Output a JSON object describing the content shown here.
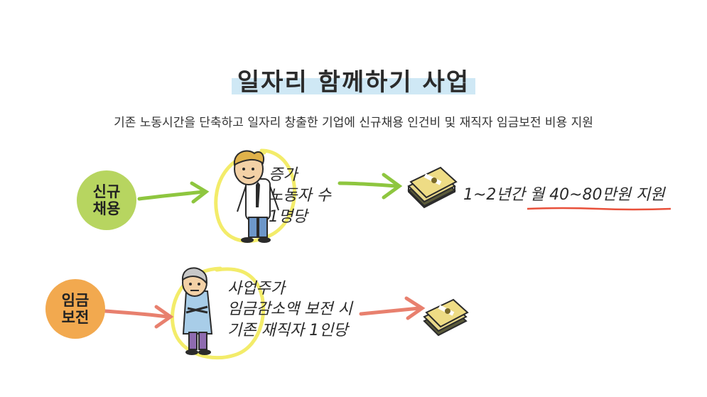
{
  "title": "일자리 함께하기 사업",
  "subtitle": "기존 노동시간을 단축하고 일자리 창출한 기업에 신규채용 인건비 및 재직자 임금보전 비용 지원",
  "rows": [
    {
      "badge_line1": "신규",
      "badge_line2": "채용",
      "note_lines": [
        "증가",
        "노동자 수",
        "1명당"
      ],
      "support_text": "1~2년간 월 40~80만원 지원"
    },
    {
      "badge_line1": "임금",
      "badge_line2": "보전",
      "note_lines": [
        "사업주가",
        "임금감소액 보전 시",
        "기존 재직자 1인당"
      ]
    }
  ],
  "colors": {
    "badge_green": "#b7d560",
    "badge_orange": "#f2a94f",
    "arrow_green": "#8ec63f",
    "arrow_red": "#e8806e",
    "highlight_circle": "#f3ec6a",
    "title_highlight": "#cfe8f5",
    "underline": "#e8503a"
  },
  "icons": {
    "row1_person": "young-worker-icon",
    "row2_person": "employer-icon",
    "money": "money-stack-icon"
  }
}
